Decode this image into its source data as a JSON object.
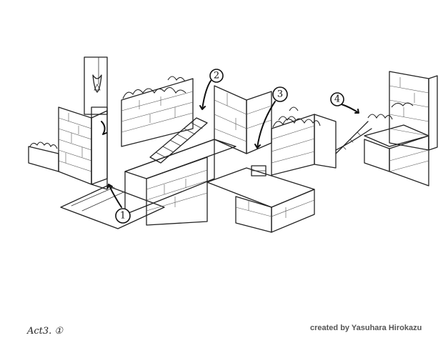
{
  "markers": [
    {
      "id": "1",
      "label": "1"
    },
    {
      "id": "2",
      "label": "2"
    },
    {
      "id": "3",
      "label": "3"
    },
    {
      "id": "4",
      "label": "4"
    }
  ],
  "scene_label": "Act3. ①",
  "credit": "created by Yasuhara Hirokazu"
}
